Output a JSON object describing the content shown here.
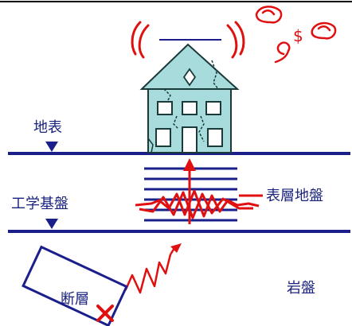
{
  "labels": {
    "ground_surface": "地表",
    "engineering_bedrock": "工学基盤",
    "surface_layer": "表層地盤",
    "bedrock": "岩盤",
    "fault": "断層",
    "currency_symbol": "$"
  },
  "colors": {
    "line_navy": "#1a1f8c",
    "wave_red": "#e01010",
    "house_fill": "#a8dcdc",
    "house_outline": "#1a3a3a",
    "label_navy": "#1a237e"
  },
  "icons": {
    "money": "money-wings-icon",
    "house": "house-icon",
    "fault_box": "fault-block-icon"
  }
}
